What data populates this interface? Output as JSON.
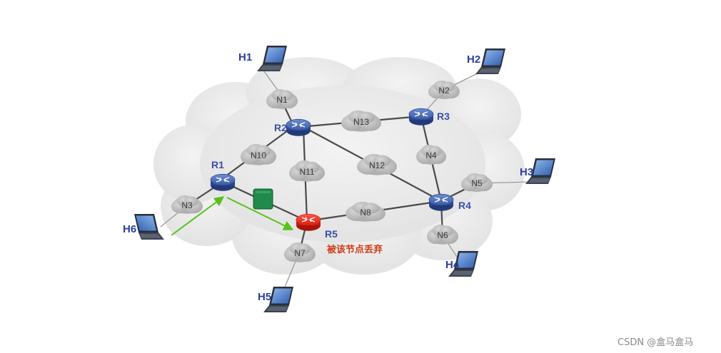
{
  "diagram": {
    "hosts": [
      {
        "id": "H1",
        "label": "H1"
      },
      {
        "id": "H2",
        "label": "H2"
      },
      {
        "id": "H3",
        "label": "H3"
      },
      {
        "id": "H4",
        "label": "H4"
      },
      {
        "id": "H5",
        "label": "H5"
      },
      {
        "id": "H6",
        "label": "H6"
      }
    ],
    "routers": [
      {
        "id": "R1",
        "label": "R1",
        "status": "normal"
      },
      {
        "id": "R2",
        "label": "R2",
        "status": "normal"
      },
      {
        "id": "R3",
        "label": "R3",
        "status": "normal"
      },
      {
        "id": "R4",
        "label": "R4",
        "status": "normal"
      },
      {
        "id": "R5",
        "label": "R5",
        "status": "dropping"
      }
    ],
    "networks": [
      {
        "id": "N1",
        "label": "N1"
      },
      {
        "id": "N2",
        "label": "N2"
      },
      {
        "id": "N3",
        "label": "N3"
      },
      {
        "id": "N4",
        "label": "N4"
      },
      {
        "id": "N5",
        "label": "N5"
      },
      {
        "id": "N6",
        "label": "N6"
      },
      {
        "id": "N7",
        "label": "N7"
      },
      {
        "id": "N8",
        "label": "N8"
      },
      {
        "id": "N10",
        "label": "N10"
      },
      {
        "id": "N11",
        "label": "N11"
      },
      {
        "id": "N12",
        "label": "N12"
      },
      {
        "id": "N13",
        "label": "N13"
      }
    ],
    "annotation": "被该节点丢弃",
    "colors": {
      "router": "#2f4c94",
      "router_dropping": "#e0291c",
      "packet": "#1f8a4c",
      "arrow": "#56c21a",
      "cloud": "#e9e9e9",
      "link": "#4a4a4a"
    }
  },
  "watermark": "CSDN @盒马盒马"
}
